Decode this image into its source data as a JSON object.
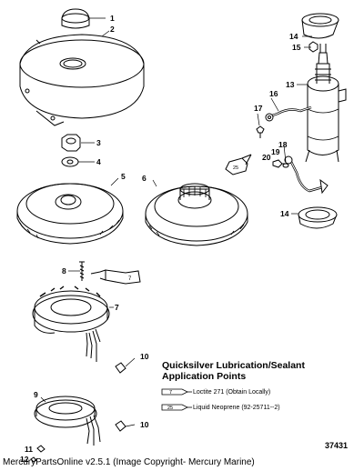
{
  "callouts": [
    "1",
    "2",
    "3",
    "4",
    "5",
    "6",
    "7",
    "8",
    "9",
    "10",
    "10",
    "11",
    "12",
    "13",
    "14",
    "14",
    "15",
    "16",
    "17",
    "18",
    "19",
    "20"
  ],
  "tube_labels": {
    "loctite": "7",
    "neoprene": "25"
  },
  "legend": {
    "title_line1": "Quicksilver Lubrication/Sealant",
    "title_line2": "Application Points",
    "items": [
      {
        "code": "7",
        "text": "Loctite 271 (Obtain Locally)"
      },
      {
        "code": "25",
        "text": "Liquid Neoprene (92-25711--2)"
      }
    ]
  },
  "figure_number": "37431",
  "footer": "MercuryPartsOnline v2.5.1 (Image Copyright- Mercury Marine)"
}
